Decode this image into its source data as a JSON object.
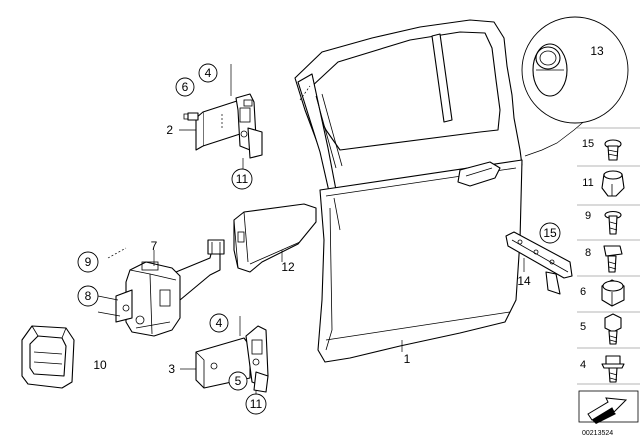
{
  "callouts": {
    "door": "1",
    "upper_hinge": "2",
    "lower_hinge": "3",
    "upper_hinge_4": "4",
    "upper_hinge_6": "6",
    "upper_hinge_11": "11",
    "door_check": "7",
    "door_check_9": "9",
    "door_check_8": "8",
    "grommet": "10",
    "lower_hinge_4": "4",
    "lower_hinge_5": "5",
    "lower_hinge_11": "11",
    "cover": "12",
    "plug": "13",
    "bracket": "14",
    "bracket_15": "15"
  },
  "hardware_column": [
    {
      "label": "15",
      "icon": "torx-screw-icon"
    },
    {
      "label": "11",
      "icon": "cap-nut-icon"
    },
    {
      "label": "9",
      "icon": "flange-screw-icon"
    },
    {
      "label": "8",
      "icon": "bolt-icon"
    },
    {
      "label": "6",
      "icon": "nut-icon"
    },
    {
      "label": "5",
      "icon": "hex-bolt-icon"
    },
    {
      "label": "4",
      "icon": "collar-bolt-icon"
    }
  ],
  "reference_number": "00213524"
}
